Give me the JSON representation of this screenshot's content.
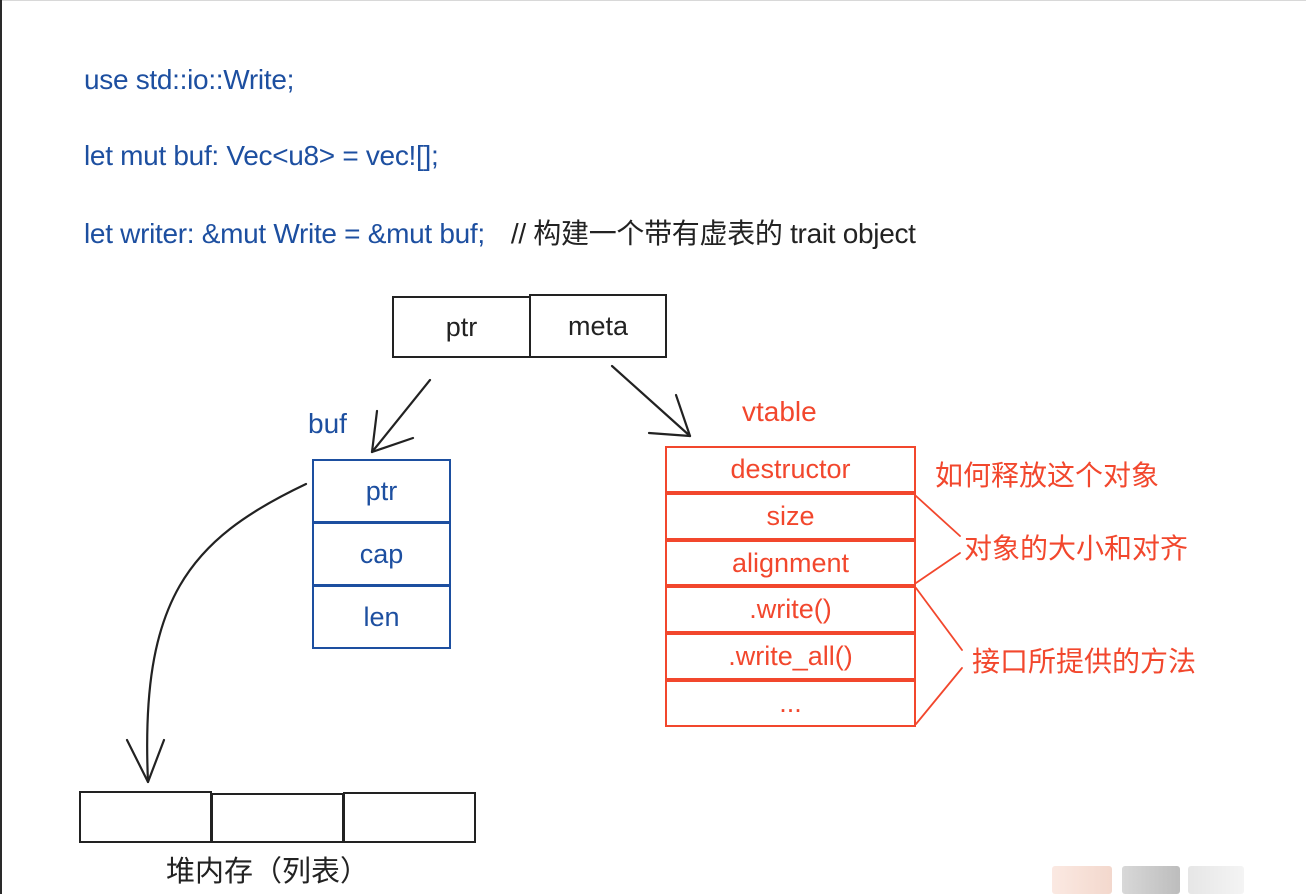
{
  "code": {
    "line1": "use std::io::Write;",
    "line2": "let mut buf: Vec<u8> = vec![];",
    "line3": "let writer: &mut Write = &mut buf;",
    "line3_comment": "// 构建一个带有虚表的 trait object"
  },
  "fat_pointer": {
    "ptr": "ptr",
    "meta": "meta"
  },
  "buf": {
    "label": "buf",
    "fields": [
      "ptr",
      "cap",
      "len"
    ]
  },
  "vtable": {
    "label": "vtable",
    "entries": [
      "destructor",
      "size",
      "alignment",
      ".write()",
      ".write_all()",
      "..."
    ]
  },
  "annotations": {
    "destructor": "如何释放这个对象",
    "size_align": "对象的大小和对齐",
    "methods": "接口所提供的方法"
  },
  "heap": {
    "label": "堆内存（列表）",
    "cell_count": 3
  },
  "colors": {
    "blue": "#1d4fa0",
    "red": "#f2472d",
    "black": "#222222"
  }
}
